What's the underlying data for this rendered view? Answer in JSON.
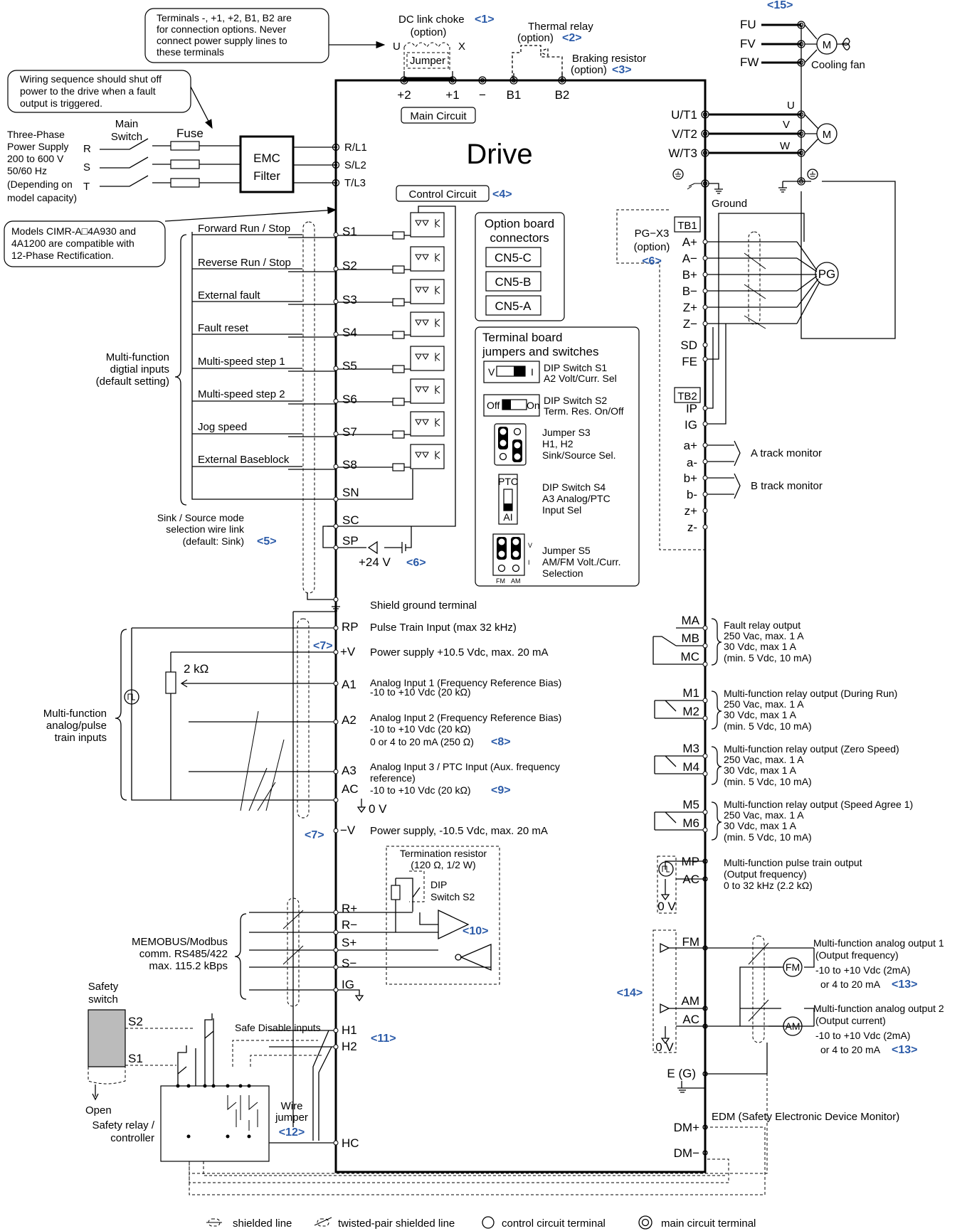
{
  "drive_title": "Drive",
  "main_circuit_label": "Main Circuit",
  "control_circuit_label": "Control Circuit",
  "notes": {
    "option_terminals": [
      "Terminals -, +1, +2, B1, B2 are",
      "for connection options. Never",
      "connect power supply lines to",
      "these terminals"
    ],
    "wiring_sequence": [
      "Wiring sequence should shut off",
      "power to the drive when a fault",
      "output is triggered."
    ],
    "twelve_phase": [
      "Models CIMR-A□4A930 and",
      "4A1200 are compatible with",
      "12-Phase Rectification."
    ]
  },
  "power": {
    "supply": [
      "Three-Phase",
      "Power Supply",
      "200 to 600 V",
      "50/60 Hz",
      "(Depending on",
      "model capacity)"
    ],
    "main_switch": [
      "Main",
      "Switch"
    ],
    "fuse": "Fuse",
    "phases": [
      "R",
      "S",
      "T"
    ],
    "emc": [
      "EMC",
      "Filter"
    ],
    "inputs": [
      "R/L1",
      "S/L2",
      "T/L3"
    ]
  },
  "top": {
    "dc_choke": [
      "DC link choke",
      "(option)"
    ],
    "thermal": [
      "Thermal relay",
      "(option)"
    ],
    "braking": [
      "Braking resistor",
      "(option)"
    ],
    "jumper": "Jumper",
    "U": "U",
    "X": "X",
    "terminals": [
      "+2",
      "+1",
      "−",
      "B1",
      "B2"
    ],
    "refs": [
      "<1>",
      "<2>",
      "<3>"
    ]
  },
  "fan": {
    "ref": "<15>",
    "terminals": [
      "FU",
      "FV",
      "FW"
    ],
    "label": "Cooling fan",
    "motor": "M"
  },
  "motor_out": {
    "terminals": [
      "U/T1",
      "V/T2",
      "W/T3"
    ],
    "phases": [
      "U",
      "V",
      "W"
    ],
    "motor": "M",
    "ground": "Ground"
  },
  "digital": {
    "labels": [
      "Forward Run / Stop",
      "Reverse Run / Stop",
      "External fault",
      "Fault reset",
      "Multi-speed step 1",
      "Multi-speed step 2",
      "Jog speed",
      "External Baseblock"
    ],
    "terminals": [
      "S1",
      "S2",
      "S3",
      "S4",
      "S5",
      "S6",
      "S7",
      "S8",
      "SN",
      "SC",
      "SP"
    ],
    "group": [
      "Multi-function",
      "digtial inputs",
      "(default setting)"
    ],
    "sink": [
      "Sink / Source mode",
      "selection wire link",
      "(default: Sink)"
    ],
    "sink_ref": "<5>",
    "v24": "+24 V",
    "v24_ref": "<6>",
    "cc_ref": "<4>"
  },
  "option_board": {
    "title": [
      "Option board",
      "connectors"
    ],
    "connectors": [
      "CN5-C",
      "CN5-B",
      "CN5-A"
    ]
  },
  "tb_jumpers": {
    "title": [
      "Terminal board",
      "jumpers and switches"
    ],
    "s1": [
      "DIP Switch S1",
      "A2 Volt/Curr. Sel"
    ],
    "s1_v": "V",
    "s1_i": "I",
    "s2": [
      "DIP Switch S2",
      "Term. Res. On/Off"
    ],
    "s2_off": "Off",
    "s2_on": "On",
    "s3": [
      "Jumper S3",
      "H1, H2",
      "Sink/Source Sel."
    ],
    "s4": [
      "DIP Switch S4",
      "A3 Analog/PTC",
      "Input Sel"
    ],
    "s4_ptc": "PTC",
    "s4_ai": "AI",
    "s5": [
      "Jumper S5",
      "AM/FM Volt./Curr.",
      "Selection"
    ],
    "s5_v": "V",
    "s5_i": "I",
    "s5_fm": "FM",
    "s5_am": "AM"
  },
  "pg": {
    "title": [
      "PG−X3",
      "(option)"
    ],
    "ref": "<6>",
    "tb1": "TB1",
    "tb2": "TB2",
    "tb1_terms": [
      "A+",
      "A−",
      "B+",
      "B−",
      "Z+",
      "Z−",
      "SD",
      "FE"
    ],
    "tb2_terms": [
      "IP",
      "IG",
      "a+",
      "a-",
      "b+",
      "b-",
      "z+",
      "z-"
    ],
    "pg_label": "PG",
    "a_track": "A track monitor",
    "b_track": "B track monitor"
  },
  "analog": {
    "shield": "Shield ground terminal",
    "terminals": [
      "RP",
      "+V",
      "A1",
      "A2",
      "A3",
      "AC",
      "−V"
    ],
    "rp": "Pulse Train Input (max 32 kHz)",
    "pv": "Power supply +10.5 Vdc, max. 20 mA",
    "a1": [
      "Analog Input 1 (Frequency Reference Bias)",
      "-10 to +10 Vdc (20 kΩ)"
    ],
    "a2": [
      "Analog Input 2 (Frequency Reference Bias)",
      "-10 to +10 Vdc  (20 kΩ)",
      "0 or 4 to 20 mA (250 Ω)"
    ],
    "a3": [
      "Analog Input 3 / PTC Input  (Aux. frequency",
      "reference)",
      "-10 to +10 Vdc (20 kΩ)"
    ],
    "zero_v": "0 V",
    "mv": "Power supply, -10.5 Vdc, max. 20 mA",
    "pot": "2 kΩ",
    "group": [
      "Multi-function",
      "analog/pulse",
      "train inputs"
    ],
    "refs": [
      "<7>",
      "<7>",
      "<8>",
      "<9>"
    ]
  },
  "comm": {
    "term_res": [
      "Termination resistor",
      "(120 Ω, 1/2 W)"
    ],
    "dip": [
      "DIP",
      "Switch S2"
    ],
    "terminals": [
      "R+",
      "R−",
      "S+",
      "S−",
      "IG"
    ],
    "label": [
      "MEMOBUS/Modbus",
      "comm. RS485/422",
      "max. 115.2 kBps"
    ],
    "ref": "<10>"
  },
  "safety": {
    "switch": [
      "Safety",
      "switch"
    ],
    "s2": "S2",
    "s1": "S1",
    "open": "Open",
    "relay": [
      "Safety relay /",
      "controller"
    ],
    "sdi": "Safe Disable inputs",
    "terminals": [
      "H1",
      "H2",
      "HC"
    ],
    "ref": "<11>",
    "jumper": [
      "Wire",
      "jumper"
    ],
    "jumper_ref": "<12>"
  },
  "relays": [
    {
      "terms": [
        "MA",
        "MB",
        "MC"
      ],
      "text": [
        "Fault relay output",
        "250 Vac, max. 1 A",
        "30 Vdc, max 1 A",
        "(min. 5 Vdc, 10 mA)"
      ]
    },
    {
      "terms": [
        "M1",
        "M2"
      ],
      "text": [
        "Multi-function relay output (During Run)",
        "250 Vac, max. 1 A",
        "30 Vdc, max 1 A",
        "(min. 5 Vdc, 10 mA)"
      ]
    },
    {
      "terms": [
        "M3",
        "M4"
      ],
      "text": [
        "Multi-function relay output (Zero Speed)",
        "250 Vac, max. 1 A",
        "30 Vdc, max 1 A",
        "(min. 5 Vdc, 10 mA)"
      ]
    },
    {
      "terms": [
        "M5",
        "M6"
      ],
      "text": [
        "Multi-function relay output (Speed Agree 1)",
        "250 Vac, max. 1 A",
        "30 Vdc, max 1 A",
        "(min. 5 Vdc, 10 mA)"
      ]
    }
  ],
  "pulse_out": {
    "terms": [
      "MP",
      "AC"
    ],
    "text": [
      "Multi-function pulse train output",
      "(Output frequency)",
      "0 to 32 kHz (2.2 kΩ)"
    ],
    "zero_v": "0 V"
  },
  "analog_out": {
    "ref": "<14>",
    "terms": [
      "FM",
      "AM",
      "AC"
    ],
    "zero_v": "0 V",
    "fm": [
      "Multi-function analog output 1",
      "(Output frequency)",
      "-10 to +10 Vdc (2mA)",
      "or 4 to 20 mA"
    ],
    "am": [
      "Multi-function analog output 2",
      "(Output current)",
      "-10 to +10 Vdc (2mA)",
      "or 4 to 20 mA"
    ],
    "fm_meter": "FM",
    "am_meter": "AM",
    "ref13": "<13>"
  },
  "ground_terminal": "E (G)",
  "edm": {
    "text": "EDM (Safety Electronic Device Monitor)",
    "terms": [
      "DM+",
      "DM−"
    ]
  },
  "legend": [
    "shielded line",
    "twisted-pair shielded line",
    "control circuit terminal",
    "main circuit terminal"
  ]
}
